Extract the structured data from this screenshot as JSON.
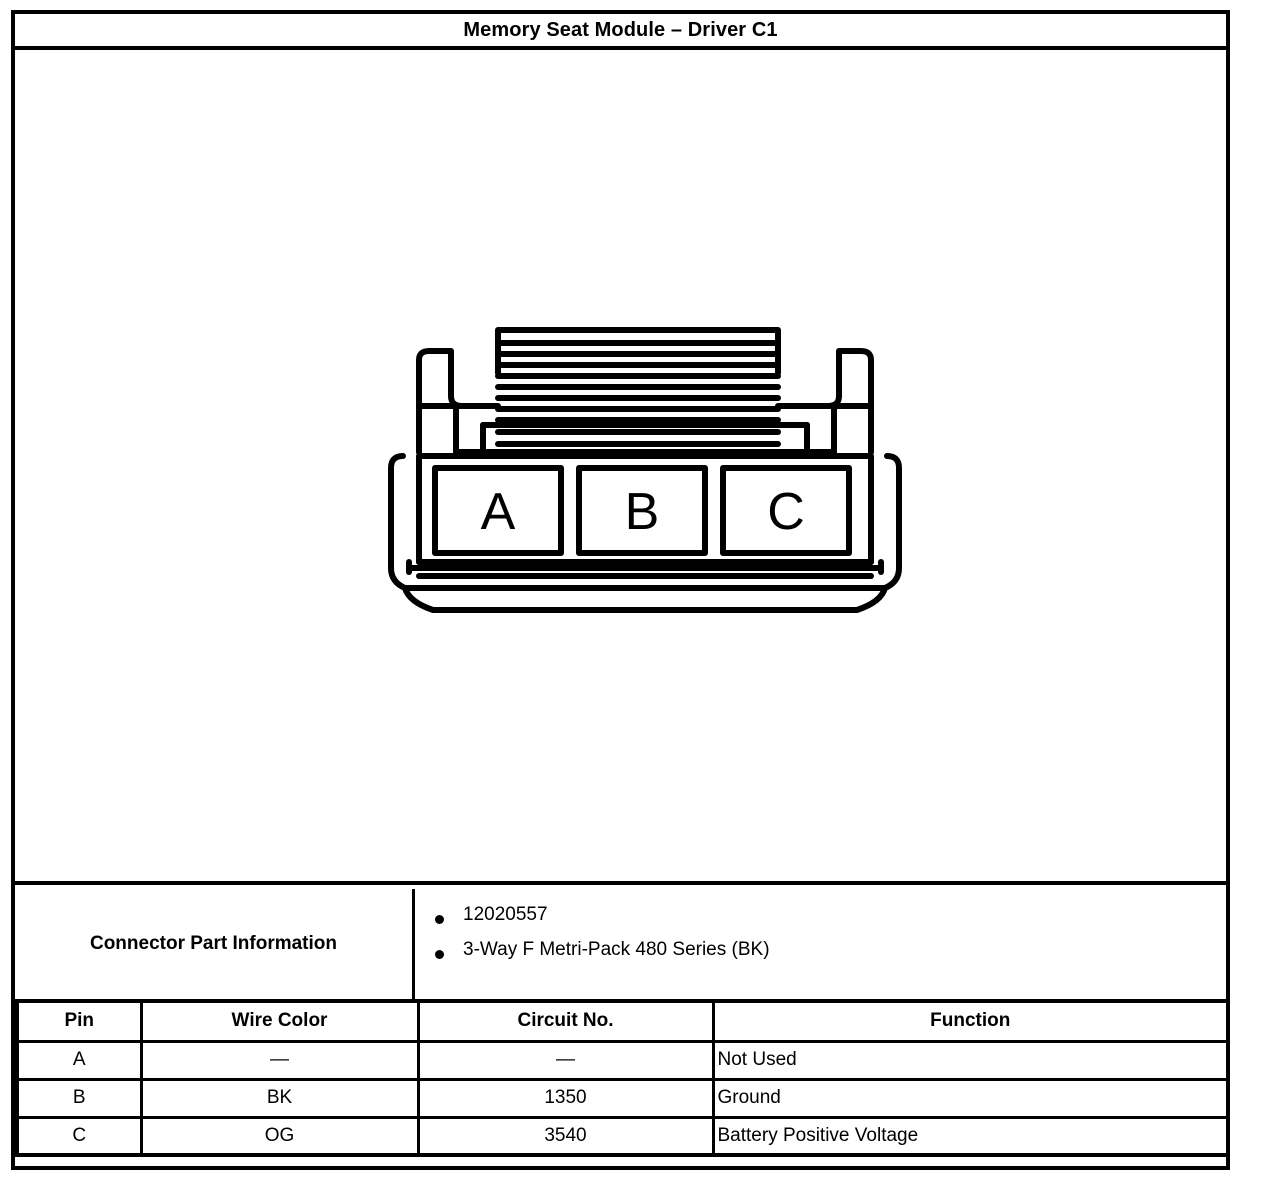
{
  "header": {
    "title": "Memory Seat Module – Driver C1"
  },
  "illustration": {
    "alt_name": "connector-end-view",
    "cavity_labels": [
      "A",
      "B",
      "C"
    ]
  },
  "connector_part_information": {
    "label": "Connector Part Information",
    "items": [
      "12020557",
      "3-Way F Metri-Pack 480 Series (BK)"
    ]
  },
  "pin_table": {
    "columns": [
      "Pin",
      "Wire Color",
      "Circuit No.",
      "Function"
    ],
    "rows": [
      {
        "pin": "A",
        "wire_color": "—",
        "circuit_no": "—",
        "function": "Not Used"
      },
      {
        "pin": "B",
        "wire_color": "BK",
        "circuit_no": "1350",
        "function": "Ground"
      },
      {
        "pin": "C",
        "wire_color": "OG",
        "circuit_no": "3540",
        "function": "Battery Positive Voltage"
      }
    ]
  },
  "colors": {
    "ink": "#000000",
    "paper": "#ffffff"
  }
}
